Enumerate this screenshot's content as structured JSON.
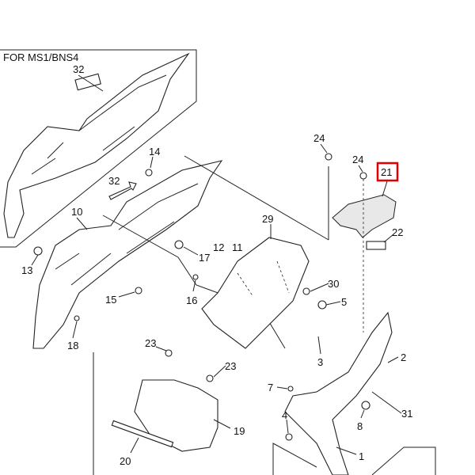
{
  "diagram": {
    "variant_note": "FOR MS1/BNS4",
    "highlight_color": "#e00000",
    "highlighted_part": "21",
    "callouts": [
      "32",
      "14",
      "32",
      "10",
      "24",
      "24",
      "21",
      "29",
      "22",
      "12",
      "11",
      "13",
      "17",
      "30",
      "5",
      "15",
      "16",
      "18",
      "3",
      "2",
      "23",
      "23",
      "7",
      "31",
      "8",
      "19",
      "4",
      "20",
      "1"
    ]
  }
}
